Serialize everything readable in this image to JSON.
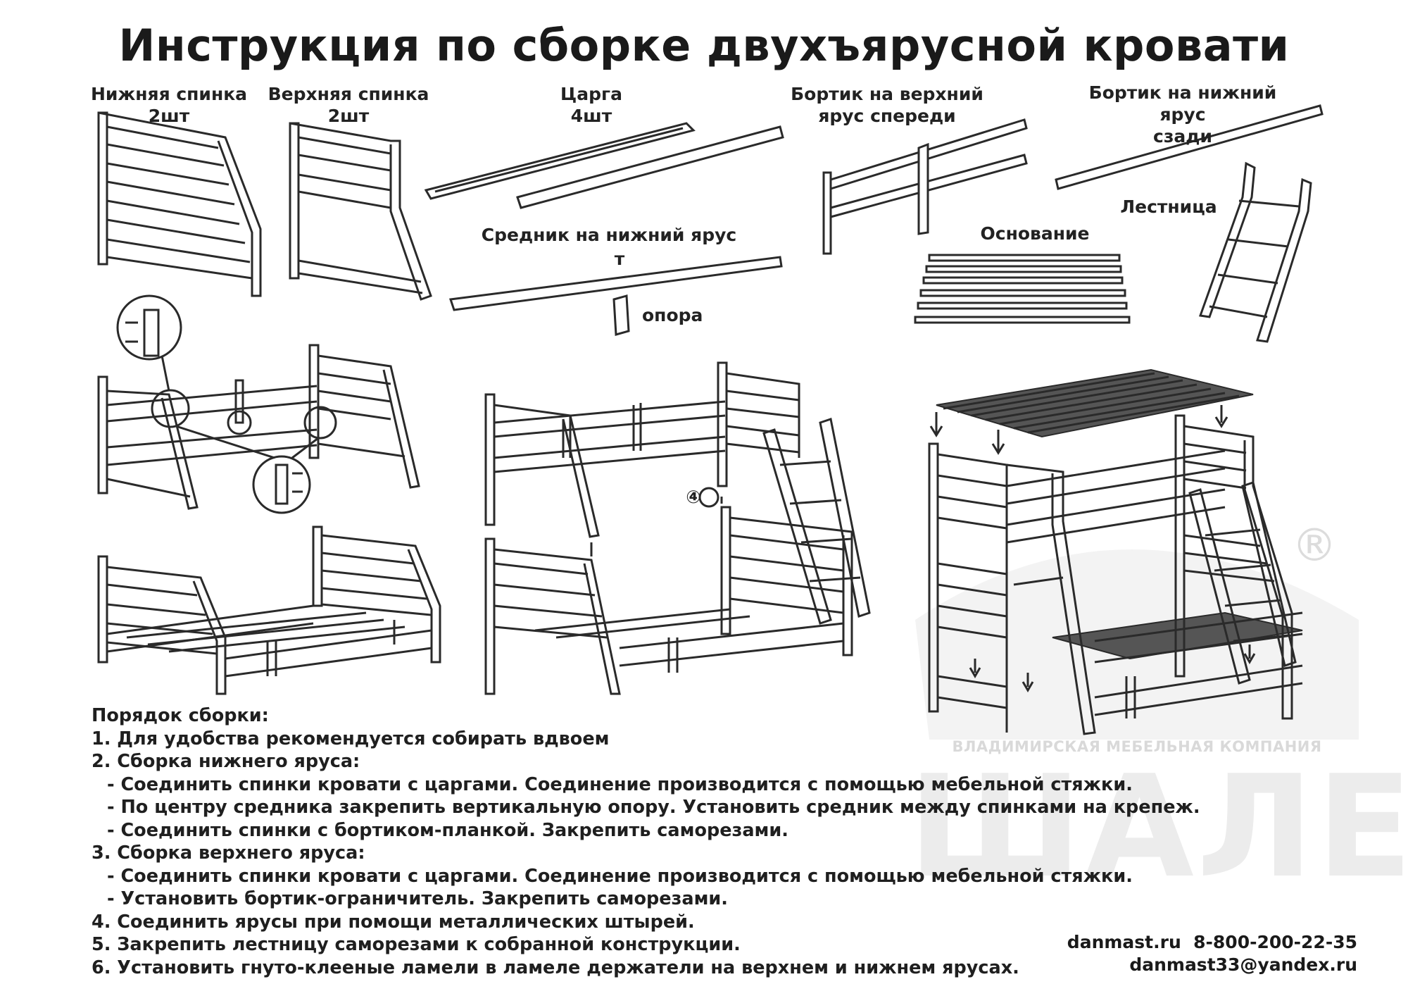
{
  "title": "Инструкция по сборке двухъярусной кровати",
  "parts": {
    "lower_headboard": [
      "Нижняя спинка",
      "2шт"
    ],
    "upper_headboard": [
      "Верхняя спинка",
      "2шт"
    ],
    "rail": [
      "Царга",
      "4шт"
    ],
    "front_guard": [
      "Бортик на верхний",
      "ярус спереди"
    ],
    "back_guard": [
      "Бортик на нижний ярус",
      "сзади"
    ],
    "ladder": "Лестница",
    "base": "Основание",
    "middle_bar": "Средник на нижний ярус",
    "middle_bar_mark": "т",
    "support": "опора",
    "step_marker": "④"
  },
  "instructions": {
    "heading": "Порядок сборки:",
    "lines": [
      {
        "text": "1. Для удобства рекомендуется собирать вдвоем",
        "indent": false
      },
      {
        "text": "2. Сборка нижнего яруса:",
        "indent": false
      },
      {
        "text": "- Соединить спинки кровати с царгами. Соединение производится с помощью мебельной стяжки.",
        "indent": true
      },
      {
        "text": "- По центру средника закрепить вертикальную опору. Установить средник между спинками на крепеж.",
        "indent": true
      },
      {
        "text": "- Соединить спинки с бортиком-планкой. Закрепить саморезами.",
        "indent": true
      },
      {
        "text": "3. Сборка верхнего яруса:",
        "indent": false
      },
      {
        "text": "- Соединить спинки кровати с царгами. Соединение производится с помощью мебельной стяжки.",
        "indent": true
      },
      {
        "text": "- Установить бортик-ограничитель. Закрепить саморезами.",
        "indent": true
      },
      {
        "text": "4. Соединить ярусы при помощи металлических штырей.",
        "indent": false
      },
      {
        "text": "5. Закрепить лестницу саморезами к собранной конструкции.",
        "indent": false
      },
      {
        "text": "6. Установить гнуто-клееные ламели в ламеле держатели на верхнем и нижнем ярусах.",
        "indent": false
      }
    ]
  },
  "watermark": {
    "company": "ВЛАДИМИРСКАЯ МЕБЕЛЬНАЯ КОМПАНИЯ",
    "brand": "ШАЛЕ",
    "registered": "®"
  },
  "contacts": {
    "site_phone": "danmast.ru  8-800-200-22-35",
    "email": "danmast33@yandex.ru"
  }
}
